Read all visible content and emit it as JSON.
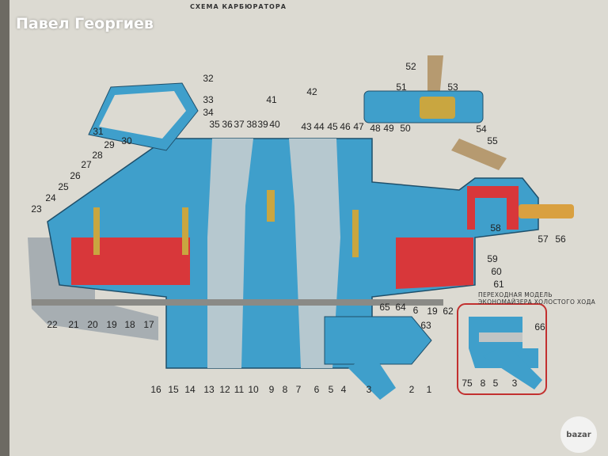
{
  "watermark": "Павел Георгиев",
  "page_header": "СХЕМА КАРБЮРАТОРА",
  "inset_caption": [
    "ПЕРЕХОДНАЯ МОДЕЛЬ",
    "ЭКОНОМАЙЗЕРА ХОЛОСТОГО ХОДА"
  ],
  "inset_callouts": [
    "66",
    "75",
    "8",
    "5",
    "3"
  ],
  "callouts": [
    "1",
    "2",
    "3",
    "4",
    "5",
    "6",
    "7",
    "8",
    "9",
    "10",
    "11",
    "12",
    "13",
    "14",
    "15",
    "16",
    "17",
    "18",
    "19",
    "20",
    "21",
    "22",
    "23",
    "24",
    "25",
    "26",
    "27",
    "28",
    "29",
    "30",
    "31",
    "32",
    "33",
    "34",
    "35",
    "36",
    "37",
    "38",
    "39",
    "40",
    "41",
    "42",
    "43",
    "44",
    "45",
    "46",
    "47",
    "48",
    "49",
    "50",
    "51",
    "52",
    "53",
    "54",
    "55",
    "56",
    "57",
    "58",
    "59",
    "60",
    "61",
    "62",
    "63",
    "64",
    "65",
    "6",
    "19"
  ],
  "logo": "bazar",
  "colors": {
    "body": "#3f9fcb",
    "fuel": "#d8373a",
    "brass": "#c9a640",
    "page": "#dcdad2"
  }
}
